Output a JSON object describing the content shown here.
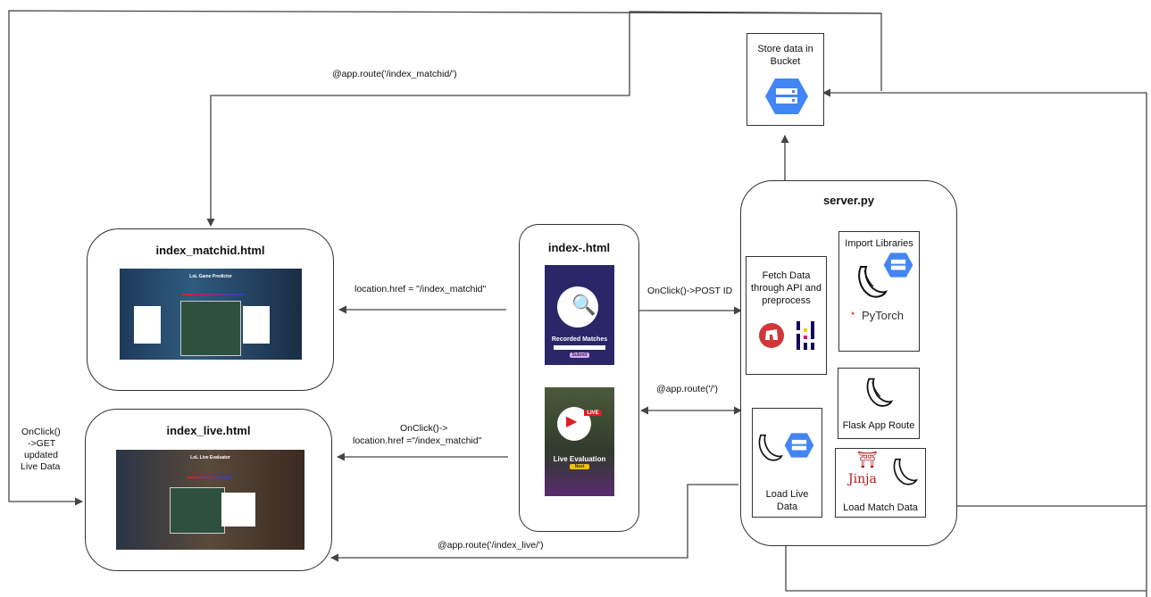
{
  "nodes": {
    "bucket": {
      "label_line1": "Store data in",
      "label_line2": "Bucket"
    },
    "server": {
      "title": "server.py"
    },
    "import_libraries": {
      "label": "Import Libraries",
      "pytorch": "PyTorch"
    },
    "fetch_data": {
      "line1": "Fetch Data",
      "line2": "through API and",
      "line3": "preprocess"
    },
    "flask_route": {
      "label": "Flask App Route"
    },
    "load_live": {
      "line1": "Load Live",
      "line2": "Data"
    },
    "load_match": {
      "label": "Load Match Data",
      "jinja": "Jinja"
    },
    "index": {
      "title": "index-.html",
      "recorded": {
        "caption": "Recorded Matches",
        "button": "Submit"
      },
      "live": {
        "caption": "Live Evaluation",
        "button": "Next",
        "badge": "LIVE"
      }
    },
    "index_matchid": {
      "title": "index_matchid.html",
      "screen_title": "LoL Game Predictor"
    },
    "index_live": {
      "title": "index_live.html",
      "screen_title": "LoL Live Evaluator"
    }
  },
  "edges": {
    "route_matchid": "@app.route('/index_matchid/')",
    "href_matchid": "location.href = \"/index_matchid\"",
    "onclick_post": "OnClick()->POST ID",
    "route_root": "@app.route('/')",
    "onclick_href_l1": "OnClick()->",
    "onclick_href_l2": "location.href =\"/index_matchid\"",
    "route_live": "@app.route('/index_live/')",
    "onclick_get_l1": "OnClick()",
    "onclick_get_l2": "->GET",
    "onclick_get_l3": "updated",
    "onclick_get_l4": "Live Data"
  },
  "colors": {
    "line": "#444444",
    "gcp_blue": "#4285f4",
    "riot_red": "#d13639"
  }
}
